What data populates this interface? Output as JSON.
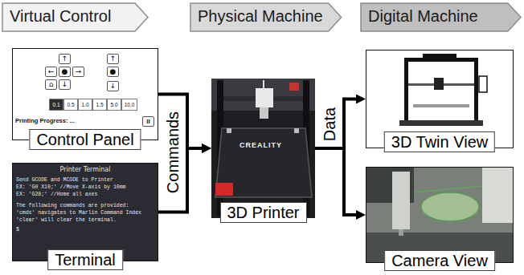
{
  "diagram": {
    "nodes": [
      {
        "text": [
          "Virtual Control"
        ]
      },
      {
        "text": [
          "Physical Machine"
        ]
      },
      {
        "text": [
          "Digital Machine"
        ]
      },
      {
        "text": [
          "Control Panel"
        ]
      },
      {
        "text": [
          "Terminal"
        ]
      },
      {
        "text": [
          "3D Printer"
        ]
      },
      {
        "text": [
          "3D Twin View"
        ]
      },
      {
        "text": [
          "Camera View"
        ]
      }
    ],
    "edges": [
      {
        "from": 3,
        "to": 5,
        "label": "Commands",
        "arrow": "to"
      },
      {
        "from": 4,
        "to": 5,
        "arrow": "to"
      },
      {
        "from": 5,
        "to": 6,
        "label": "Data",
        "arrow": "to"
      },
      {
        "from": 5,
        "to": 7,
        "arrow": "to"
      }
    ],
    "labels": [
      "↑",
      "←",
      "●",
      "→",
      "⌂",
      "↓",
      "↑",
      "●",
      "↓",
      "0.1",
      "0.5",
      "1.0",
      "1.5",
      "5.0",
      "10.0",
      "Printing Progress: ...",
      "II",
      "Printer Terminal",
      "Send GCODE and MCODE to Printer",
      "EX: 'G0 X10;' //Move X-axis by 10mm",
      "EX: 'G28;' //Home all axes",
      "The following commands are provided:",
      "'cmds' navigates to Marlin Command Index",
      "'clear' will clear the terminal.",
      "$",
      "CREALITY"
    ]
  }
}
